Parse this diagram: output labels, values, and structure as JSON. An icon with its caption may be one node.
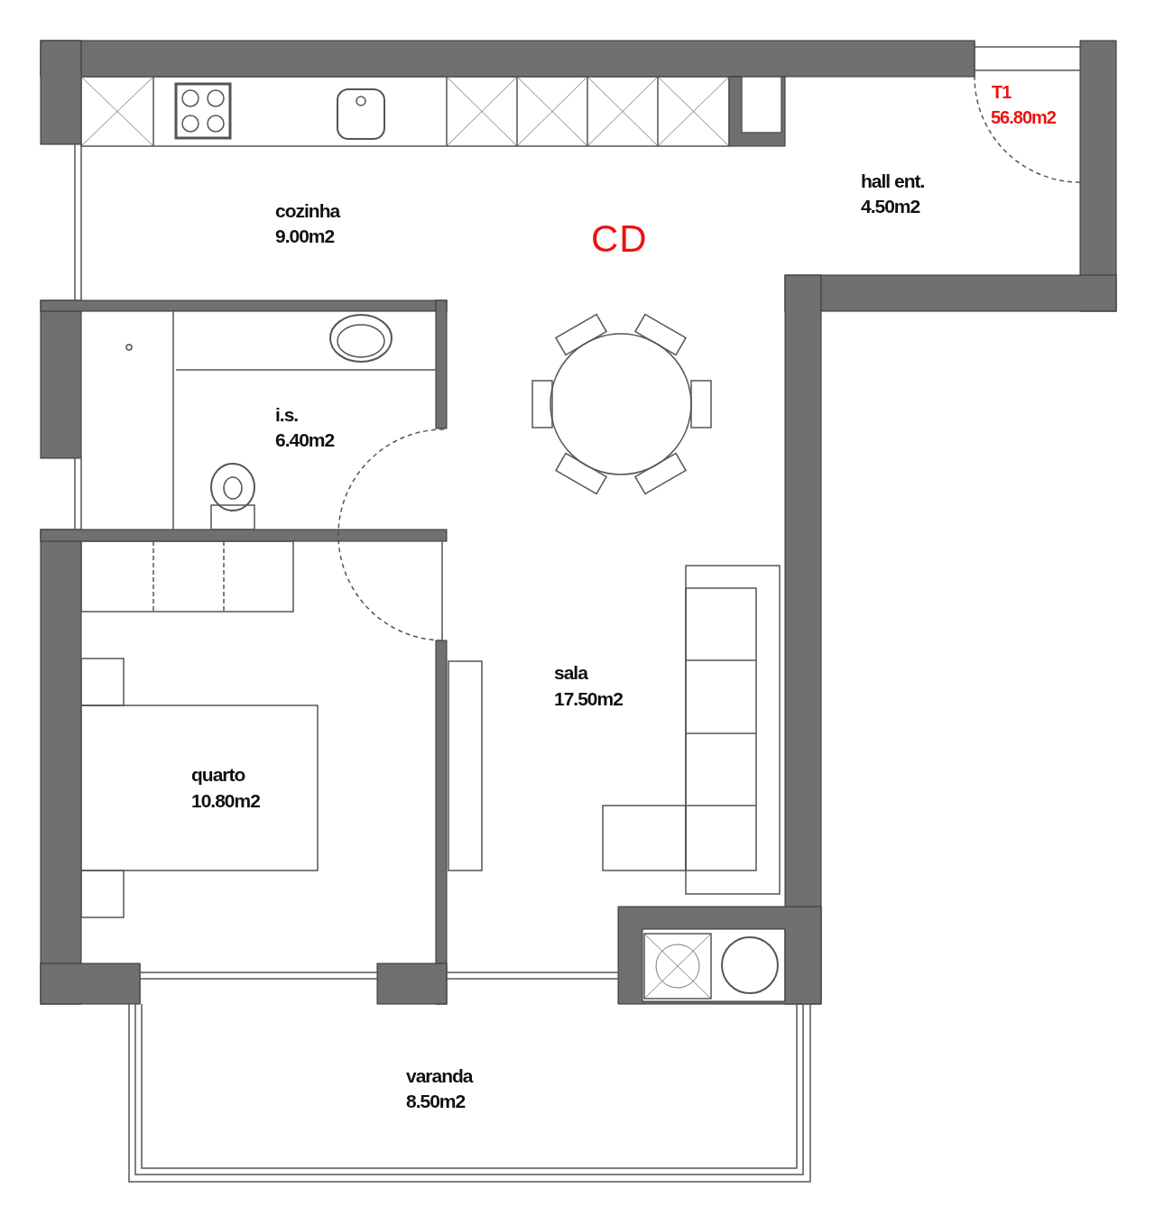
{
  "diagram": {
    "labels": [
      "T1",
      "56.80m2",
      "cozinha",
      "9.00m2",
      "CD",
      "hall ent.",
      "4.50m2",
      "i.s.",
      "6.40m2",
      "sala",
      "17.50m2",
      "quarto",
      "10.80m2",
      "varanda",
      "8.50m2"
    ]
  }
}
